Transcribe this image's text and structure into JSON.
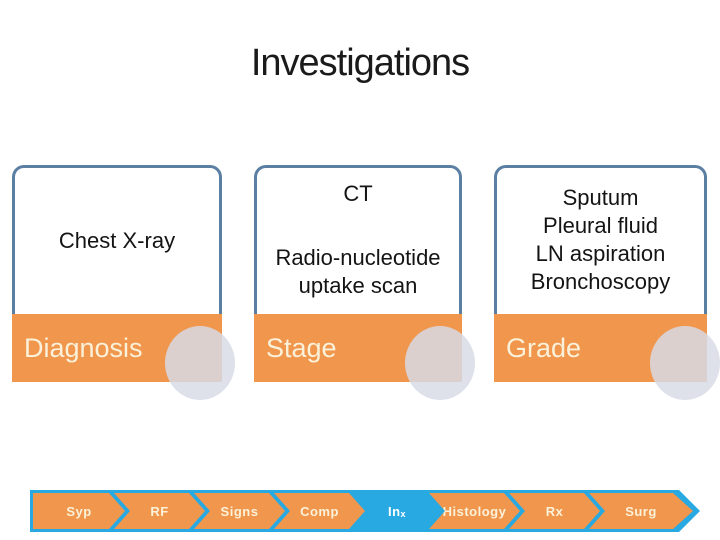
{
  "slide": {
    "title": "Investigations"
  },
  "cards": [
    {
      "id": "diagnosis",
      "lines": [
        "Chest X-ray"
      ],
      "banner": "Diagnosis"
    },
    {
      "id": "stage",
      "lines": [
        "CT",
        "Radio-nucleotide",
        "uptake scan"
      ],
      "banner": "Stage"
    },
    {
      "id": "grade",
      "lines": [
        "Sputum",
        "Pleural fluid",
        "LN aspiration",
        "Bronchoscopy"
      ],
      "banner": "Grade"
    }
  ],
  "ribbon": {
    "active_index": 4,
    "items": [
      {
        "main": "Syp",
        "sub": ""
      },
      {
        "main": "RF",
        "sub": ""
      },
      {
        "main": "Signs",
        "sub": ""
      },
      {
        "main": "Comp",
        "sub": ""
      },
      {
        "main": "In",
        "sub": "x"
      },
      {
        "main": "Histology",
        "sub": ""
      },
      {
        "main": "Rx",
        "sub": ""
      },
      {
        "main": "Surg",
        "sub": ""
      }
    ]
  },
  "colors": {
    "orange": "#F0964D",
    "ribbon_blue": "#29A9E1",
    "card_border": "#5B7FA3",
    "banner_text": "#FAF1D8",
    "chevron_text": "#FBF2D9",
    "title_text": "#1A1A1A",
    "circle": "rgba(216,219,230,0.85)"
  }
}
